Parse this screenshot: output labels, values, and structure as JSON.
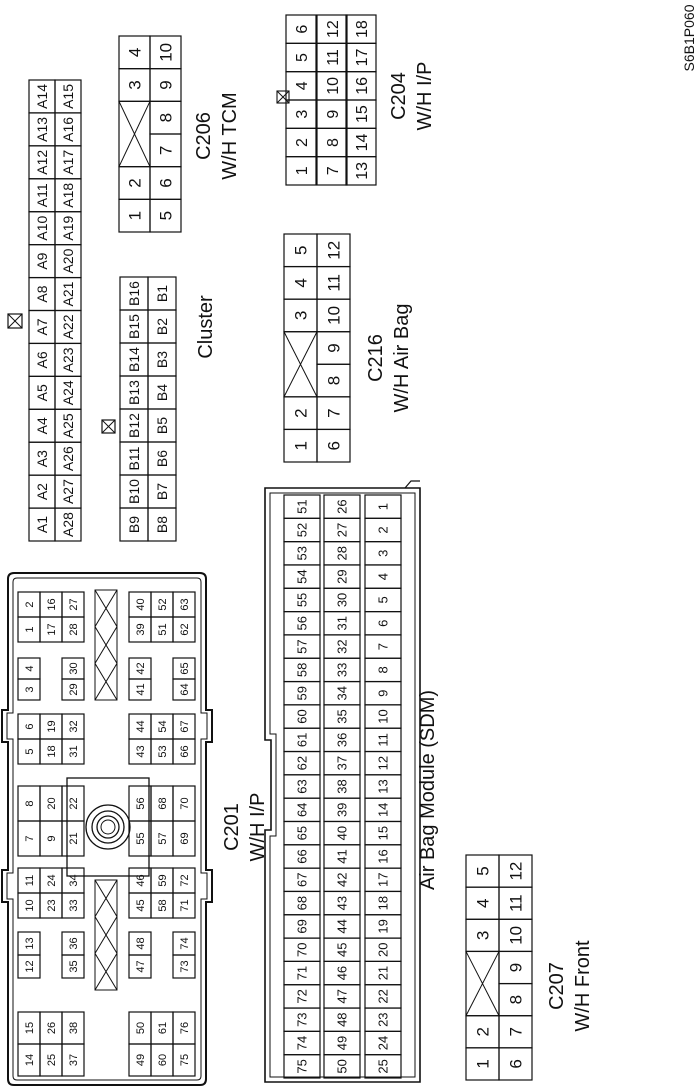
{
  "figure_id": "S6B1P060",
  "cluster": {
    "label": "Cluster",
    "a_row_top": [
      "A1",
      "A2",
      "A3",
      "A4",
      "A5",
      "A6",
      "A7",
      "A8",
      "A9",
      "A10",
      "A11",
      "A12",
      "A13",
      "A14"
    ],
    "a_row_bottom": [
      "A28",
      "A27",
      "A26",
      "A25",
      "A24",
      "A23",
      "A22",
      "A21",
      "A20",
      "A19",
      "A18",
      "A17",
      "A16",
      "A15"
    ],
    "b_row_top": [
      "B9",
      "B10",
      "B11",
      "B12",
      "B13",
      "B14",
      "B15",
      "B16"
    ],
    "b_row_bottom": [
      "B8",
      "B7",
      "B6",
      "B5",
      "B4",
      "B3",
      "B2",
      "B1"
    ]
  },
  "c206": {
    "name": "C206",
    "harness": "W/H TCM",
    "row_top": [
      "1",
      "2",
      "",
      "3",
      "4"
    ],
    "row_bottom": [
      "5",
      "6",
      "7",
      "8",
      "9",
      "10"
    ]
  },
  "c204": {
    "name": "C204",
    "harness": "W/H I/P",
    "rows": [
      [
        "1",
        "2",
        "3",
        "4",
        "5",
        "6"
      ],
      [
        "7",
        "8",
        "9",
        "10",
        "11",
        "12"
      ],
      [
        "13",
        "14",
        "15",
        "16",
        "17",
        "18"
      ]
    ]
  },
  "c216": {
    "name": "C216",
    "harness": "W/H Air Bag",
    "row_top": [
      "1",
      "2",
      "",
      "3",
      "4",
      "5"
    ],
    "row_bottom": [
      "6",
      "7",
      "8",
      "9",
      "10",
      "11",
      "12"
    ]
  },
  "c201": {
    "name": "C201",
    "harness": "W/H I/P",
    "pins_top": [
      [
        "1",
        "2",
        "17",
        "16",
        "28",
        "27"
      ],
      [
        "3",
        "4",
        "29",
        "30"
      ],
      [
        "5",
        "6",
        "18",
        "19",
        "31",
        "32"
      ],
      [
        "7",
        "8",
        "9",
        "20",
        "21",
        "22"
      ],
      [
        "10",
        "11",
        "23",
        "24",
        "33",
        "34"
      ],
      [
        "12",
        "13",
        "35",
        "36"
      ],
      [
        "14",
        "15",
        "25",
        "26",
        "37",
        "38"
      ]
    ],
    "pins_bottom": [
      [
        "39",
        "40",
        "51",
        "52",
        "62",
        "63"
      ],
      [
        "41",
        "42",
        "64",
        "65"
      ],
      [
        "43",
        "44",
        "53",
        "54",
        "66",
        "67"
      ],
      [
        "55",
        "56",
        "57",
        "68",
        "69",
        "70"
      ],
      [
        "45",
        "46",
        "58",
        "59",
        "71",
        "72"
      ],
      [
        "47",
        "48",
        "73",
        "74"
      ],
      [
        "49",
        "50",
        "60",
        "61",
        "75",
        "76"
      ]
    ]
  },
  "sdm": {
    "name": "Air Bag Module (SDM)",
    "row_inner": [
      "51",
      "52",
      "53",
      "54",
      "55",
      "56",
      "57",
      "58",
      "59",
      "60",
      "61",
      "62",
      "63",
      "64",
      "65",
      "66",
      "67",
      "68",
      "69",
      "70",
      "71",
      "72",
      "73",
      "74",
      "75"
    ],
    "row_middle": [
      "26",
      "27",
      "28",
      "29",
      "30",
      "31",
      "32",
      "33",
      "34",
      "35",
      "36",
      "37",
      "38",
      "39",
      "40",
      "41",
      "42",
      "43",
      "44",
      "45",
      "46",
      "47",
      "48",
      "49",
      "50"
    ],
    "row_outer": [
      "1",
      "2",
      "3",
      "4",
      "5",
      "6",
      "7",
      "8",
      "9",
      "10",
      "11",
      "12",
      "13",
      "14",
      "15",
      "16",
      "17",
      "18",
      "19",
      "20",
      "21",
      "22",
      "23",
      "24",
      "25"
    ]
  },
  "c207": {
    "name": "C207",
    "harness": "W/H Front",
    "row_top": [
      "1",
      "2",
      "",
      "3",
      "4",
      "5"
    ],
    "row_bottom": [
      "6",
      "7",
      "8",
      "9",
      "10",
      "11",
      "12"
    ]
  }
}
